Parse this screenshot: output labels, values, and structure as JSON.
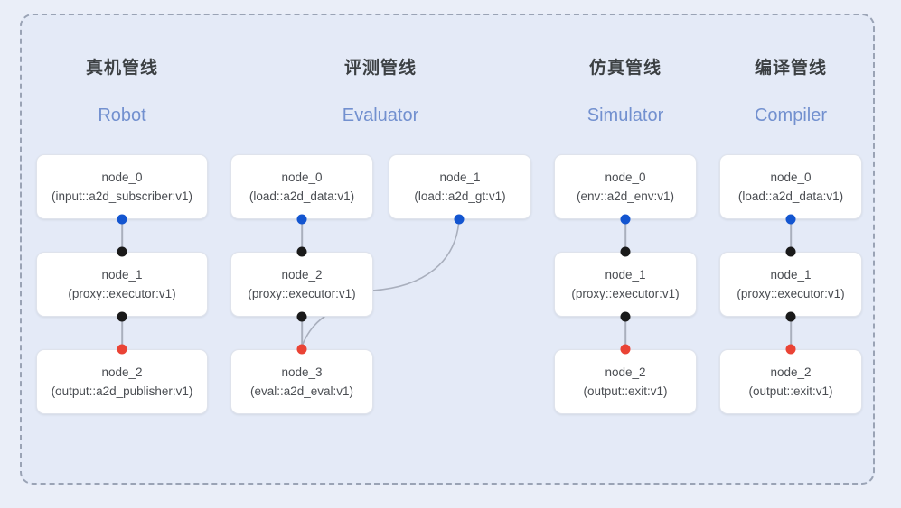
{
  "diagram": {
    "title": "",
    "colors": {
      "canvas_bg": "#eaeef8",
      "group_bg": "#e4eaf7",
      "group_border": "#9aa3b5",
      "card_bg": "#ffffff",
      "card_border": "#dfe3ec",
      "title_cn": "#3c4043",
      "title_en": "#7290cf",
      "port_in": "#1a1a1a",
      "port_out_blue": "#1355d0",
      "port_out_red": "#ea4335",
      "edge": "#a9afbd"
    }
  },
  "columns": [
    {
      "id": "robot",
      "title_cn": "真机管线",
      "title_en": "Robot",
      "nodes": [
        {
          "name": "node_0",
          "type": "(input::a2d_subscriber:v1)"
        },
        {
          "name": "node_1",
          "type": "(proxy::executor:v1)"
        },
        {
          "name": "node_2",
          "type": "(output::a2d_publisher:v1)"
        }
      ]
    },
    {
      "id": "evaluator",
      "title_cn": "评测管线",
      "title_en": "Evaluator",
      "nodes": [
        {
          "name": "node_0",
          "type": "(load::a2d_data:v1)"
        },
        {
          "name": "node_1",
          "type": "(load::a2d_gt:v1)"
        },
        {
          "name": "node_2",
          "type": "(proxy::executor:v1)"
        },
        {
          "name": "node_3",
          "type": "(eval::a2d_eval:v1)"
        }
      ]
    },
    {
      "id": "simulator",
      "title_cn": "仿真管线",
      "title_en": "Simulator",
      "nodes": [
        {
          "name": "node_0",
          "type": "(env::a2d_env:v1)"
        },
        {
          "name": "node_1",
          "type": "(proxy::executor:v1)"
        },
        {
          "name": "node_2",
          "type": "(output::exit:v1)"
        }
      ]
    },
    {
      "id": "compiler",
      "title_cn": "编译管线",
      "title_en": "Compiler",
      "nodes": [
        {
          "name": "node_0",
          "type": "(load::a2d_data:v1)"
        },
        {
          "name": "node_1",
          "type": "(proxy::executor:v1)"
        },
        {
          "name": "node_2",
          "type": "(output::exit:v1)"
        }
      ]
    }
  ]
}
